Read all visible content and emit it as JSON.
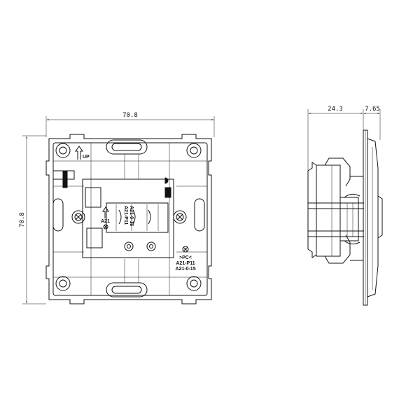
{
  "front_view": {
    "width_dim": "70.8",
    "height_dim": "70.8",
    "up_label": "UP",
    "module_label": "A21",
    "center_label_1": "A21-P11",
    "center_label_2": "A21-0-16",
    "pc_label": ">PC<",
    "code_label_1": "A21-P11",
    "code_label_2": "A21-0-15"
  },
  "side_view": {
    "depth_dim": "24.3",
    "plate_dim": "7.65"
  }
}
